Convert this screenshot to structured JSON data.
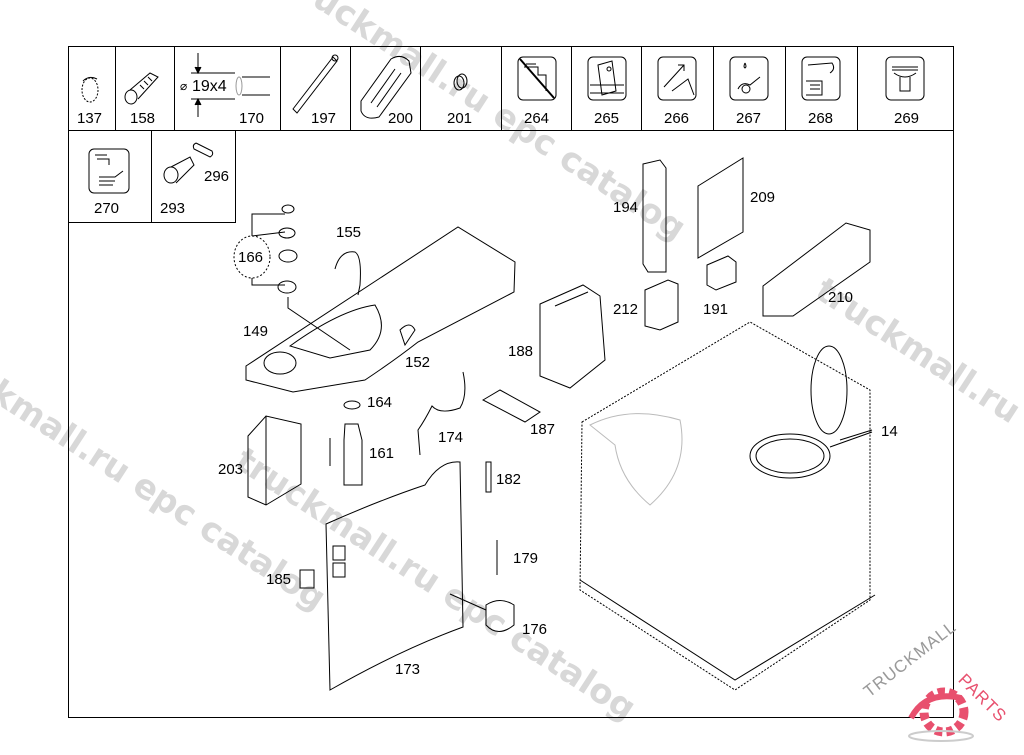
{
  "header_row": [
    {
      "id": "137",
      "icon": "hose-clamp-icon"
    },
    {
      "id": "158",
      "icon": "fitting-connector-icon"
    },
    {
      "id": "170",
      "icon": "hose-dimension-icon",
      "dimension": "19x4",
      "diameter_symbol": "⌀"
    },
    {
      "id": "197",
      "icon": "rod-icon"
    },
    {
      "id": "200",
      "icon": "cover-panel-icon"
    },
    {
      "id": "201",
      "icon": "grommet-icon"
    },
    {
      "id": "264",
      "icon": "no-faucet-warning-icon"
    },
    {
      "id": "265",
      "icon": "panel-insert-icon"
    },
    {
      "id": "266",
      "icon": "installation-arrow-icon"
    },
    {
      "id": "267",
      "icon": "soap-drop-hand-icon"
    },
    {
      "id": "268",
      "icon": "paper-towel-hand-icon"
    },
    {
      "id": "269",
      "icon": "drain-funnel-icon"
    }
  ],
  "second_row": [
    {
      "id": "270",
      "icon": "faucet-hand-wash-icon"
    },
    {
      "id": "293",
      "icon": "valve-icon",
      "extra_id": "296",
      "extra_icon": "cap-icon"
    }
  ],
  "callouts": {
    "c166": "166",
    "c155": "155",
    "c149": "149",
    "c152": "152",
    "c164": "164",
    "c161": "161",
    "c203": "203",
    "c174": "174",
    "c187": "187",
    "c188": "188",
    "c182": "182",
    "c185": "185",
    "c179": "179",
    "c176": "176",
    "c173": "173",
    "c194": "194",
    "c209": "209",
    "c212": "212",
    "c191": "191",
    "c210": "210",
    "c14": "14"
  },
  "watermarks": [
    "truckmall.ru epc catalog",
    "truckmall.ru epc catalog",
    "truckmall.ru epc catalog",
    "truckmall.ru epc catalog"
  ],
  "logo": {
    "text_left": "TRUCKMALL",
    "text_right": "PARTS",
    "accent": "#e8506e"
  }
}
